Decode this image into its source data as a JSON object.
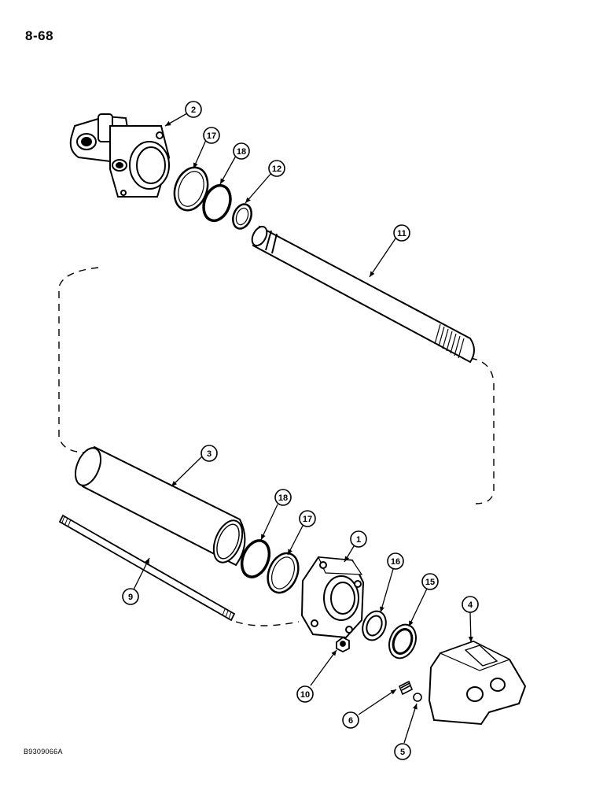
{
  "page_number": "8-68",
  "figure_code": "B9309066A",
  "callouts": [
    {
      "id": "c2",
      "label": "2"
    },
    {
      "id": "c17a",
      "label": "17"
    },
    {
      "id": "c18a",
      "label": "18"
    },
    {
      "id": "c12",
      "label": "12"
    },
    {
      "id": "c11",
      "label": "11"
    },
    {
      "id": "c3",
      "label": "3"
    },
    {
      "id": "c18b",
      "label": "18"
    },
    {
      "id": "c17b",
      "label": "17"
    },
    {
      "id": "c1",
      "label": "1"
    },
    {
      "id": "c16",
      "label": "16"
    },
    {
      "id": "c15",
      "label": "15"
    },
    {
      "id": "c4",
      "label": "4"
    },
    {
      "id": "c9",
      "label": "9"
    },
    {
      "id": "c10",
      "label": "10"
    },
    {
      "id": "c6",
      "label": "6"
    },
    {
      "id": "c5",
      "label": "5"
    }
  ]
}
